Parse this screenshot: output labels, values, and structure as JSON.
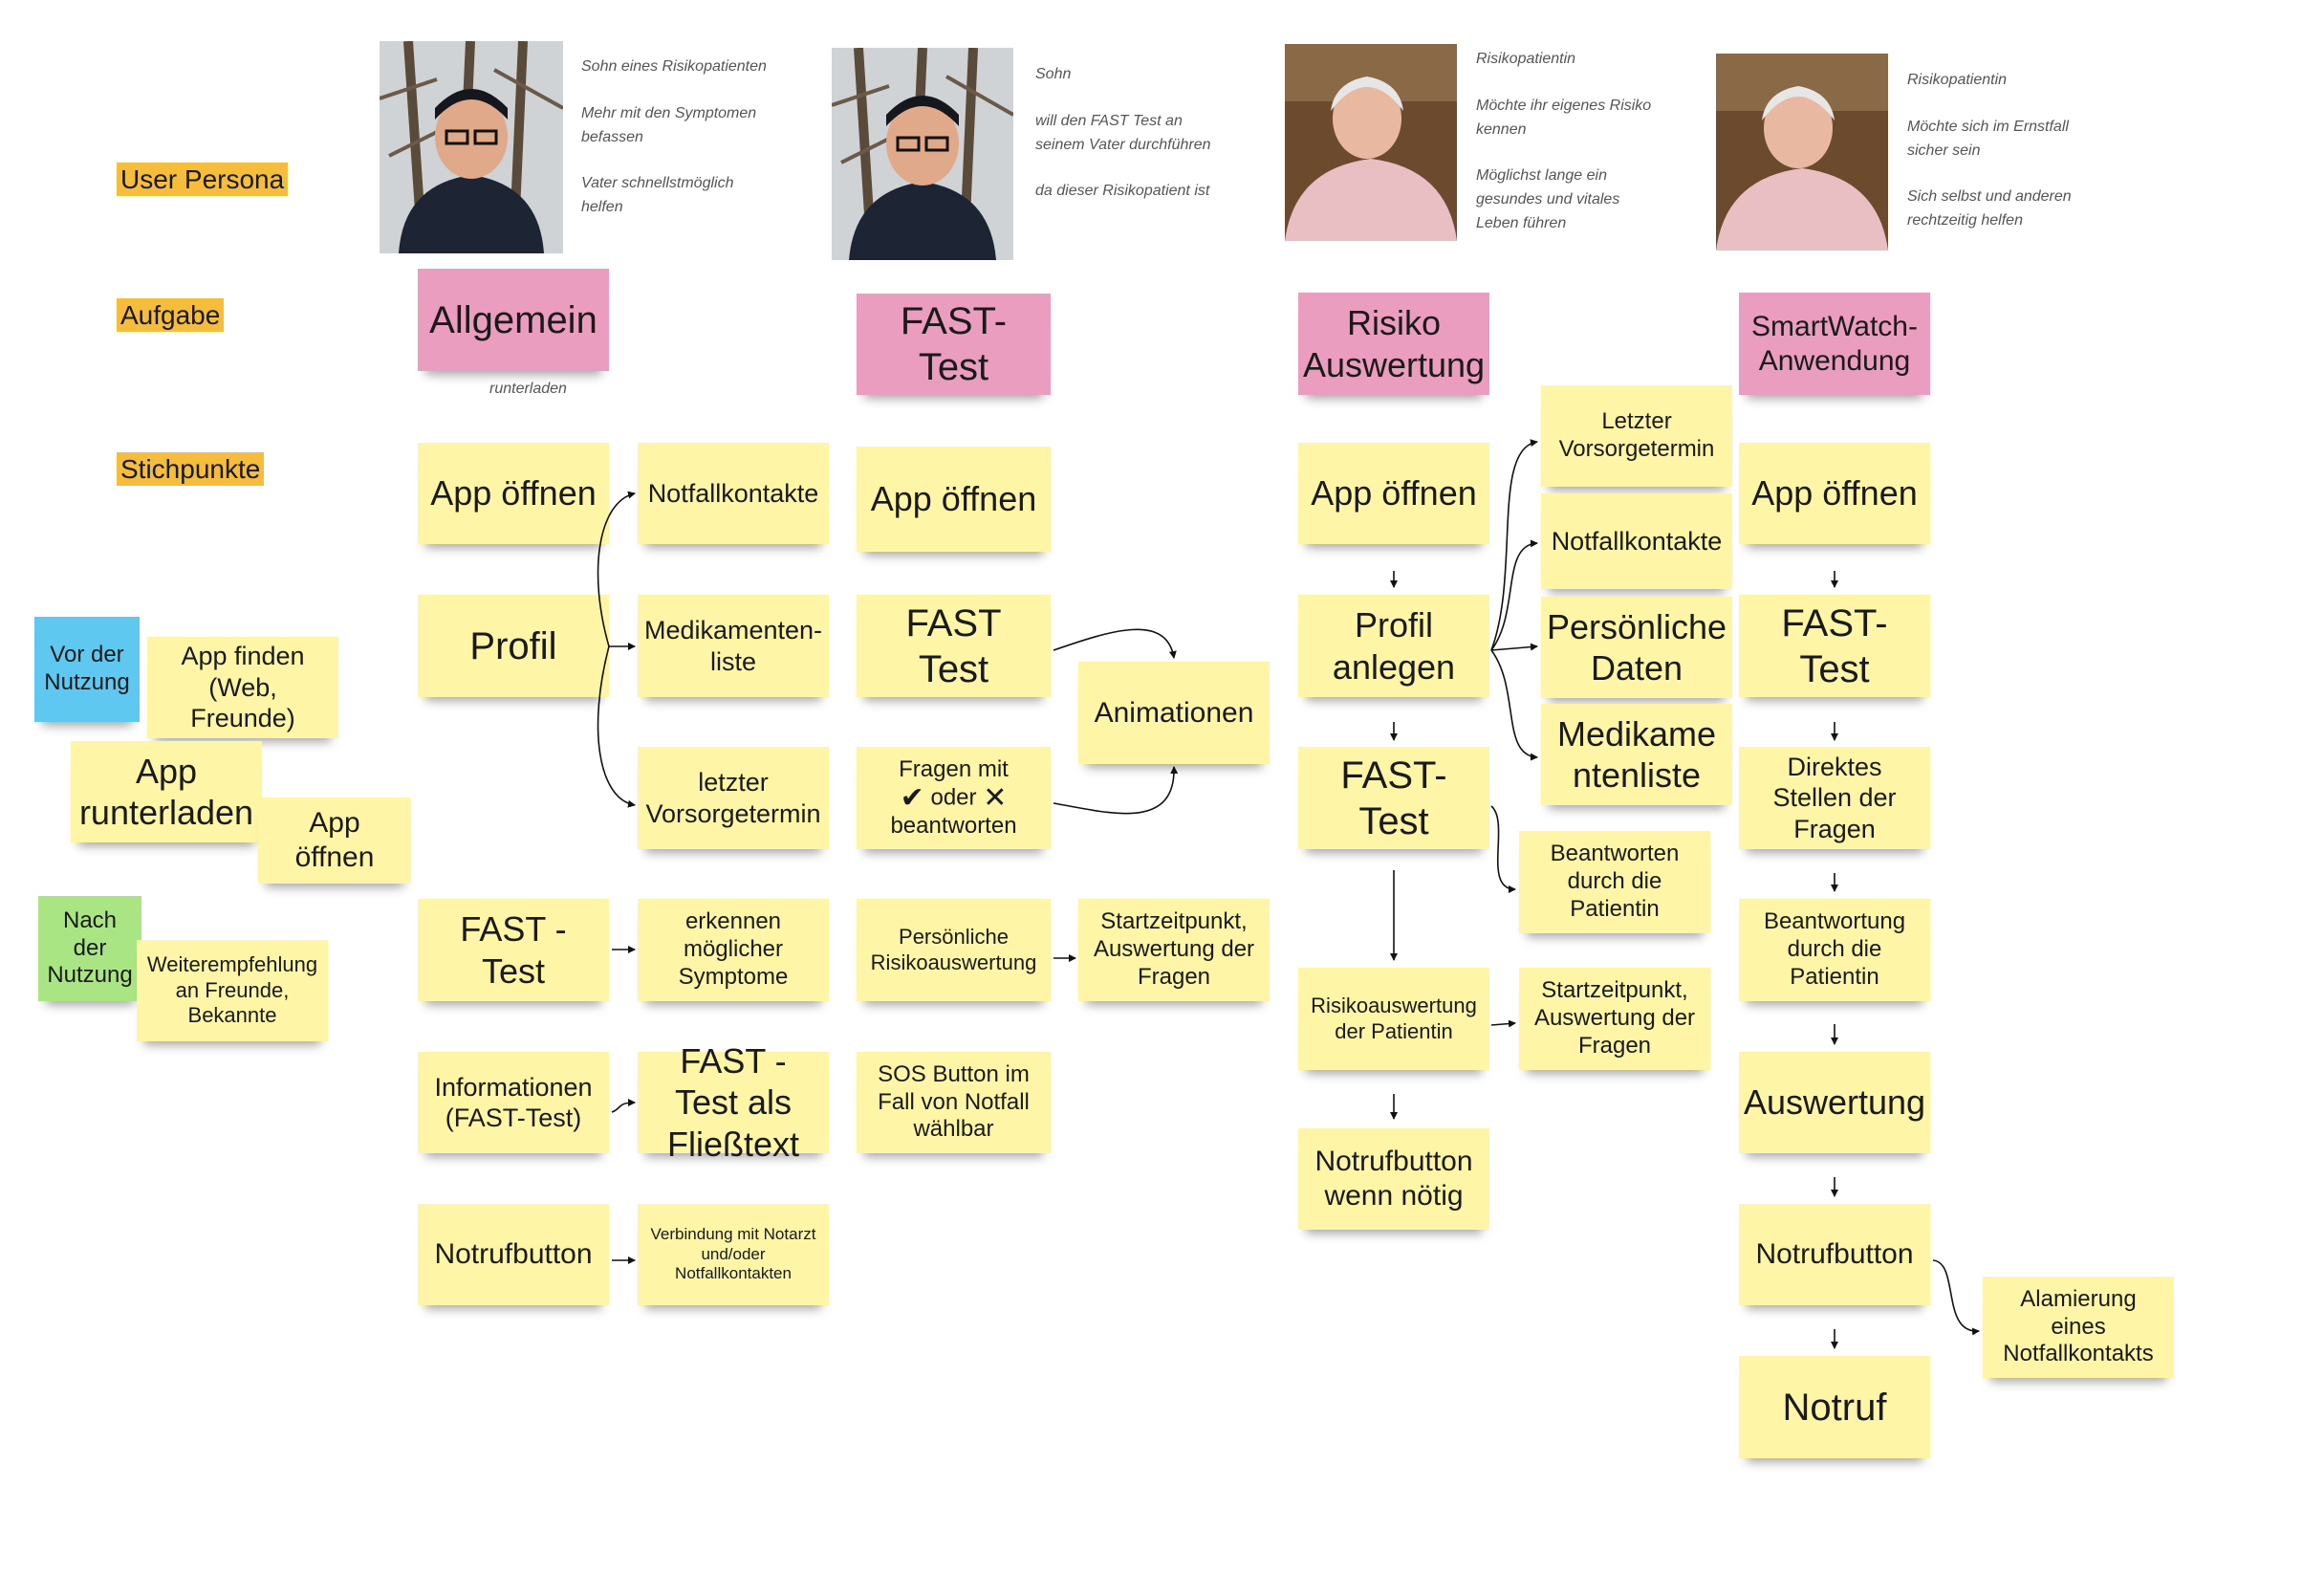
{
  "row_labels": {
    "persona": "User Persona",
    "task": "Aufgabe",
    "keywords": "Stichpunkte"
  },
  "personas": [
    {
      "lines": [
        "Sohn eines Risikopatienten",
        "Mehr mit den Symptomen befassen",
        "Vater schnellstmöglich helfen"
      ]
    },
    {
      "lines": [
        "Sohn",
        "will den FAST Test an seinem Vater durchführen",
        "da dieser Risikopatient ist"
      ]
    },
    {
      "lines": [
        "Risikopatientin",
        "Möchte ihr eigenes Risiko kennen",
        "Möglichst lange ein gesundes und vitales Leben führen"
      ]
    },
    {
      "lines": [
        "Risikopatientin",
        "Möchte sich im Ernstfall sicher sein",
        "Sich selbst und anderen rechtzeitig helfen"
      ]
    }
  ],
  "tasks": {
    "allgemein": "Allgemein",
    "allgemein_caption": "runterladen",
    "fast_test": "FAST-Test",
    "risiko": "Risiko Auswertung",
    "smartwatch": "SmartWatch-Anwendung"
  },
  "left": {
    "vor": "Vor der Nutzung",
    "app_finden": "App finden (Web, Freunde)",
    "app_runterladen": "App runterladen",
    "app_oeffnen": "App öffnen",
    "nach": "Nach der Nutzung",
    "weiterempfehlung": "Weiterempfehlung an Freunde, Bekannte"
  },
  "col1": {
    "app_oeffnen": "App öffnen",
    "notfallkontakte": "Notfallkontakte",
    "profil": "Profil",
    "medikamentenliste": "Medikamenten-liste",
    "letzter_vorsorgetermin": "letzter Vorsorgetermin",
    "fast_test": "FAST - Test",
    "erkennen": "erkennen möglicher Symptome",
    "informationen": "Informationen (FAST-Test)",
    "fliesstext": "FAST - Test als Fließtext",
    "notrufbutton": "Notrufbutton",
    "verbindung": "Verbindung mit Notarzt und/oder Notfallkontakten"
  },
  "col2": {
    "app_oeffnen": "App öffnen",
    "fast_test": "FAST Test",
    "animationen": "Animationen",
    "fragen_1": "Fragen mit",
    "fragen_2": "oder",
    "fragen_3": "beantworten",
    "persoenliche": "Persönliche Risikoauswertung",
    "startzeitpunkt": "Startzeitpunkt, Auswertung der Fragen",
    "sos": "SOS Button im Fall von Notfall wählbar"
  },
  "col3": {
    "app_oeffnen": "App öffnen",
    "profil_anlegen": "Profil anlegen",
    "letzter_vorsorgetermin": "Letzter Vorsorgetermin",
    "notfallkontakte": "Notfallkontakte",
    "persoenliche_daten": "Persönliche Daten",
    "medikamentenliste": "Medikame ntenliste",
    "fast_test": "FAST-Test",
    "beantworten": "Beantworten durch die Patientin",
    "risikoauswertung": "Risikoauswertung der Patientin",
    "startzeitpunkt": "Startzeitpunkt, Auswertung der Fragen",
    "notrufbutton": "Notrufbutton wenn nötig"
  },
  "col4": {
    "app_oeffnen": "App öffnen",
    "fast_test": "FAST-Test",
    "direktes_stellen": "Direktes Stellen der Fragen",
    "beantwortung": "Beantwortung durch die Patientin",
    "auswertung": "Auswertung",
    "notrufbutton": "Notrufbutton",
    "alamierung": "Alamierung eines Notfallkontakts",
    "notruf": "Notruf"
  },
  "colors": {
    "sticky_yellow": "#fff5a6",
    "sticky_pink": "#ea9dbf",
    "sticky_blue": "#5ec8f0",
    "sticky_green": "#a9e683",
    "label_orange": "#f6bd3c"
  }
}
